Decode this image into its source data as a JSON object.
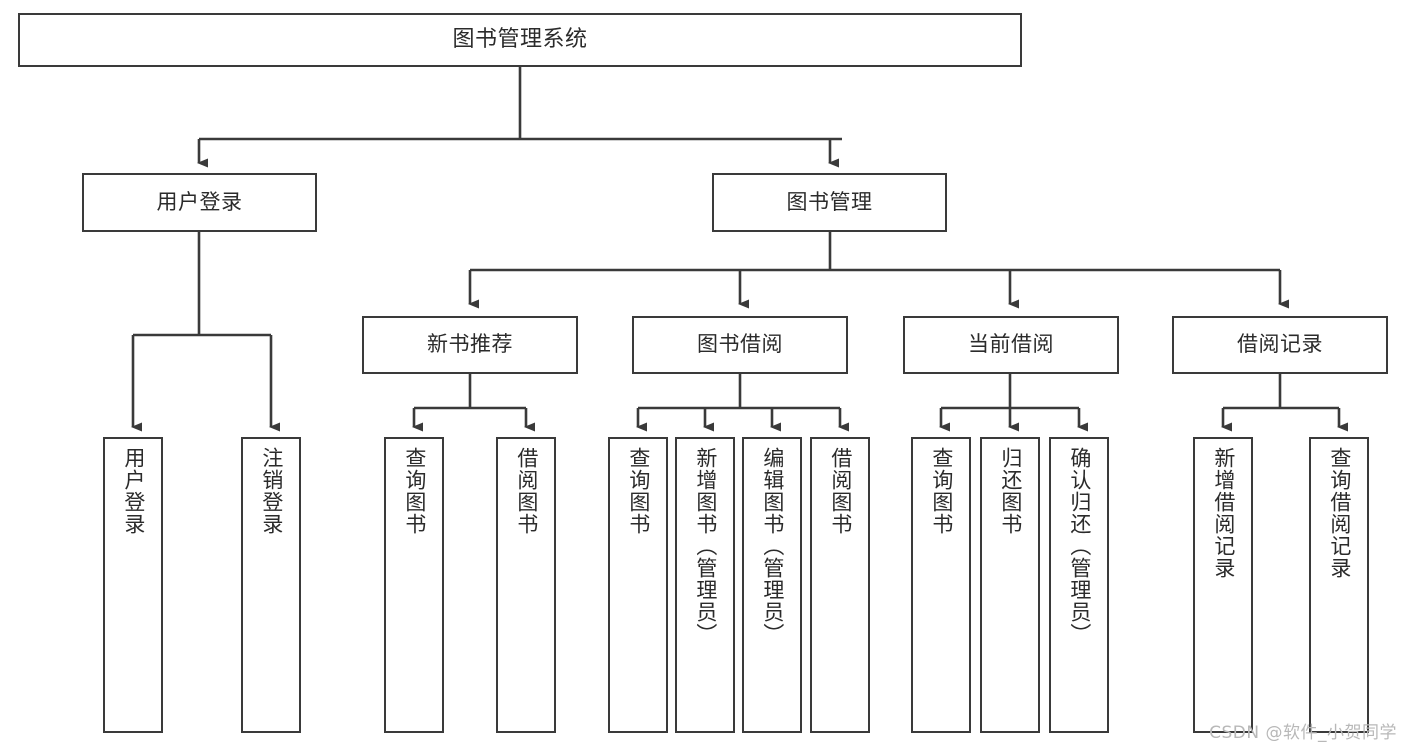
{
  "diagram": {
    "title": "图书管理系统",
    "watermark": "CSDN @软件_小贺同学",
    "edge_color": "#3a3a3a",
    "box_border_color": "#3a3a3a",
    "text_color": "#2b2b2b",
    "background": "#ffffff",
    "nodes": {
      "root": {
        "label": "图书管理系统"
      },
      "level2": [
        {
          "id": "user-login",
          "label": "用户登录"
        },
        {
          "id": "book-management",
          "label": "图书管理"
        }
      ],
      "level3": [
        {
          "id": "new-book-recommend",
          "label": "新书推荐"
        },
        {
          "id": "book-borrow",
          "label": "图书借阅"
        },
        {
          "id": "current-borrow",
          "label": "当前借阅"
        },
        {
          "id": "borrow-record",
          "label": "借阅记录"
        }
      ],
      "leaves": {
        "user_login": [
          {
            "id": "leaf-user-login",
            "label": "用户登录"
          },
          {
            "id": "leaf-logout-login",
            "label": "注销登录"
          }
        ],
        "new_book_recommend": [
          {
            "id": "leaf-query-book-1",
            "label": "查询图书"
          },
          {
            "id": "leaf-borrow-book-1",
            "label": "借阅图书"
          }
        ],
        "book_borrow": [
          {
            "id": "leaf-query-book-2",
            "label": "查询图书"
          },
          {
            "id": "leaf-add-book",
            "label": "新增图书（管理员）"
          },
          {
            "id": "leaf-edit-book",
            "label": "编辑图书（管理员）"
          },
          {
            "id": "leaf-borrow-book-2",
            "label": "借阅图书"
          }
        ],
        "current_borrow": [
          {
            "id": "leaf-query-book-3",
            "label": "查询图书"
          },
          {
            "id": "leaf-return-book",
            "label": "归还图书"
          },
          {
            "id": "leaf-confirm-return",
            "label": "确认归还（管理员）"
          }
        ],
        "borrow_record": [
          {
            "id": "leaf-add-record",
            "label": "新增借阅记录"
          },
          {
            "id": "leaf-query-record",
            "label": "查询借阅记录"
          }
        ]
      }
    }
  }
}
